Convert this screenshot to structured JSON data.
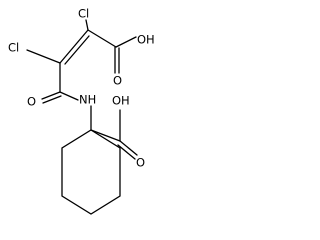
{
  "molecule": {
    "labels": {
      "cl_left": "Cl",
      "cl_right": "Cl",
      "acid_oh_top": "OH",
      "acid_o_top": "O",
      "amide_o": "O",
      "amide_nh": "NH",
      "acid_oh_bottom": "OH",
      "acid_o_bottom": "O"
    }
  }
}
